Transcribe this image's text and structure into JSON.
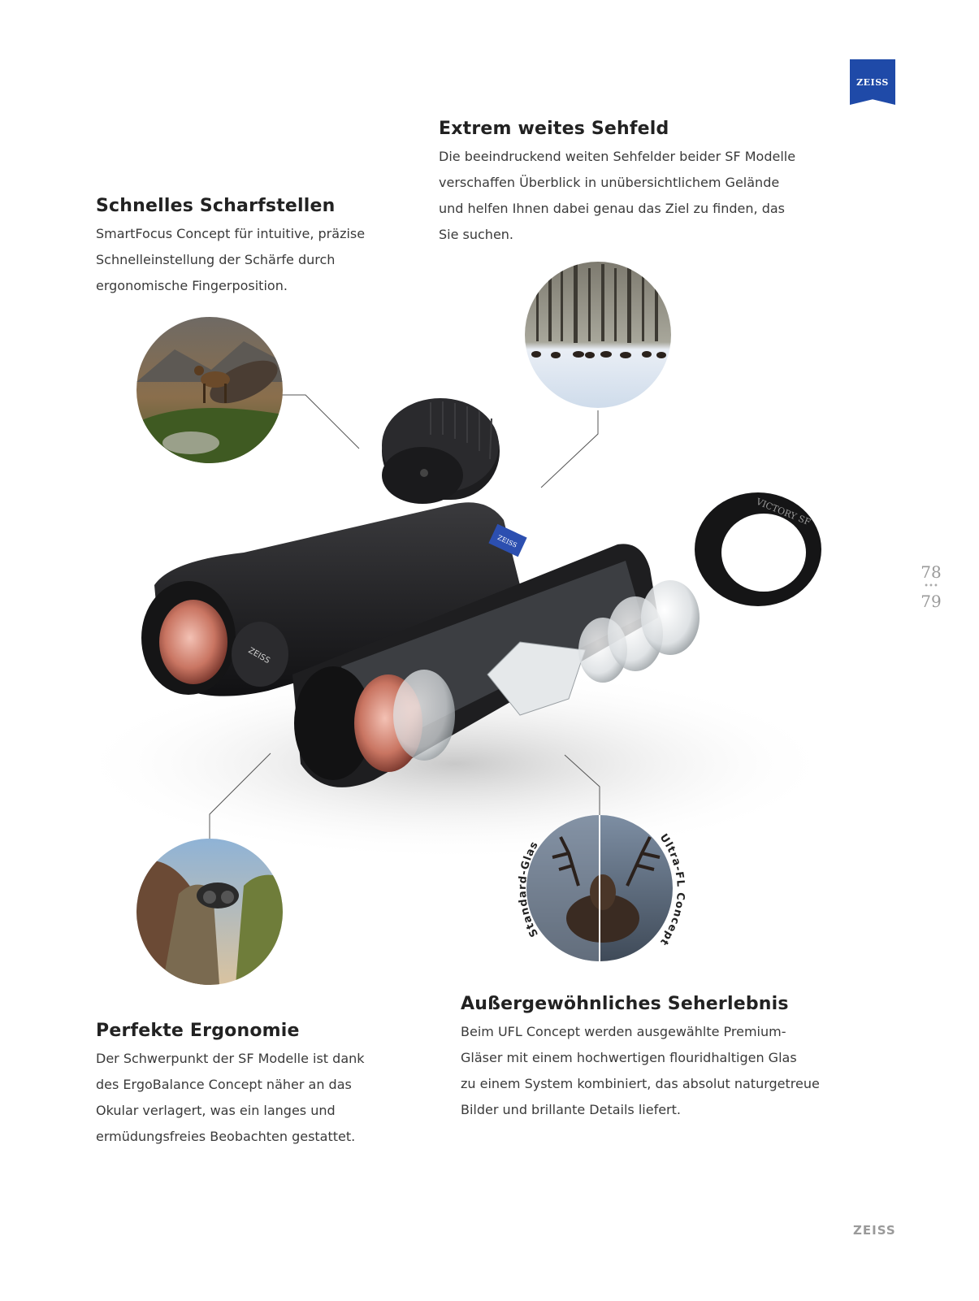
{
  "brand": {
    "logo_text": "ZEISS",
    "footer_text": "ZEISS",
    "brand_blue": "#1f4aa8"
  },
  "page_numbers": {
    "left": "78",
    "right": "79"
  },
  "sections": {
    "field_of_view": {
      "heading": "Extrem weites Sehfeld",
      "lines": [
        "Die beeindruckend weiten Sehfelder beider SF Modelle",
        "verschaffen Überblick in unübersichtlichem Gelände",
        "und helfen Ihnen dabei genau das Ziel zu finden, das",
        "Sie suchen."
      ]
    },
    "focusing": {
      "heading": "Schnelles Scharfstellen",
      "lines": [
        "SmartFocus Concept für intuitive, präzise",
        "Schnelleinstellung der Schärfe durch",
        "ergonomische Fingerposition."
      ]
    },
    "ergonomics": {
      "heading": "Perfekte Ergonomie",
      "lines": [
        "Der Schwerpunkt der SF Modelle ist dank",
        "des ErgoBalance Concept näher an das",
        "Okular verlagert, was ein langes und",
        "ermüdungsfreies Beobachten gestattet."
      ]
    },
    "viewing": {
      "heading": "Außergewöhnliches Seherlebnis",
      "lines": [
        "Beim UFL Concept werden ausgewählte Premium-",
        "Gläser mit einem hochwertigen flouridhaltigen Glas",
        "zu einem System kombiniert, das absolut naturgetreue",
        "Bilder und brillante Details liefert."
      ]
    }
  },
  "comparison_labels": {
    "left": "Standard-Glas",
    "right": "Ultra-FL Concept"
  },
  "product_texts": {
    "body_logo": "ZEISS",
    "badge_logo": "ZEISS",
    "ring_text": "VICTORY SF"
  }
}
